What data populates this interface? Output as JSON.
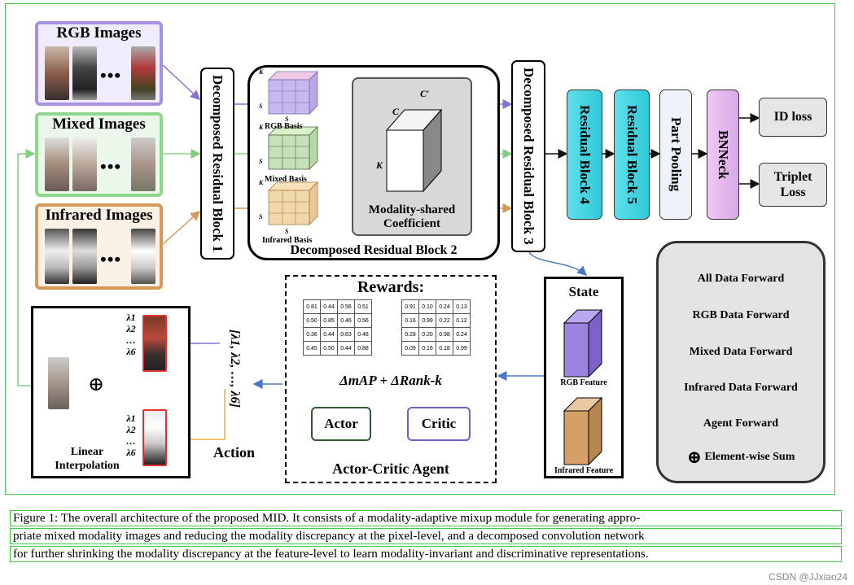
{
  "inputs": {
    "rgb": "RGB Images",
    "mixed": "Mixed Images",
    "infrared": "Infrared Images",
    "dots": "•••"
  },
  "blocks": {
    "drb1": "Decomposed Residual Block 1",
    "drb2": "Decomposed Residual Block 2",
    "drb3": "Decomposed Residual Block 3",
    "rb4": "Residual Block 4",
    "rb5": "Residual Block 5",
    "part_pooling": "Part Pooling",
    "bnneck": "BNNeck",
    "id_loss": "ID loss",
    "triplet_loss": "Triplet Loss"
  },
  "basis": {
    "rgb": "RGB Basis",
    "mixed": "Mixed Basis",
    "infrared": "Infrared Basis",
    "k": "K",
    "s": "S",
    "coef_label": "Modality-shared Coefficient",
    "c": "C",
    "c_prime": "C′"
  },
  "state": {
    "title": "State",
    "rgb_feature": "RGB Feature",
    "ir_feature": "Infrared Feature"
  },
  "agent": {
    "rewards": "Rewards:",
    "metric": "ΔmAP + ΔRank-k",
    "actor": "Actor",
    "critic": "Critic",
    "title": "Actor-Critic Agent",
    "table1": [
      [
        "0.81",
        "0.44",
        "0.56",
        "0.51"
      ],
      [
        "0.50",
        "0.85",
        "0.46",
        "0.56"
      ],
      [
        "0.36",
        "0.44",
        "0.83",
        "0.48"
      ],
      [
        "0.45",
        "0.50",
        "0.44",
        "0.88"
      ]
    ],
    "table2": [
      [
        "0.91",
        "0.10",
        "0.24",
        "0.13"
      ],
      [
        "0.16",
        "0.99",
        "0.22",
        "0.12"
      ],
      [
        "0.28",
        "0.20",
        "0.98",
        "0.24"
      ],
      [
        "0.09",
        "0.16",
        "0.18",
        "0.99"
      ]
    ]
  },
  "action": {
    "vector": "[λ1, λ2, …, λ6]",
    "label": "Action",
    "lambdas_top": [
      "λ1",
      "λ2",
      "…",
      "λ6"
    ],
    "lambdas_bottom": [
      "λ1",
      "λ2",
      "…",
      "λ6"
    ],
    "interp": "Linear Interpolation"
  },
  "legend": {
    "all": "All Data Forward",
    "rgb": "RGB Data Forward",
    "mixed": "Mixed Data Forward",
    "infrared": "Infrared Data Forward",
    "agent": "Agent Forward",
    "sum": "Element-wise Sum",
    "sum_symbol": "⊕"
  },
  "caption": [
    "Figure 1: The overall architecture of the proposed MID. It consists of a modality-adaptive mixup module for generating appro-",
    "priate mixed modality images and reducing the modality discrepancy at the pixel-level, and a decomposed convolution network",
    "for further shrinking the modality discrepancy at the feature-level to learn modality-invariant and discriminative representations."
  ],
  "watermark": "CSDN @JJxiao24",
  "colors": {
    "rgb": "#8a6fd1",
    "mixed": "#8fd68f",
    "infrared": "#d49a5a",
    "agent": "#4a78c8",
    "frame": "#43c843",
    "cyan": "#3fd4e0",
    "pink": "#e8b4f0"
  }
}
